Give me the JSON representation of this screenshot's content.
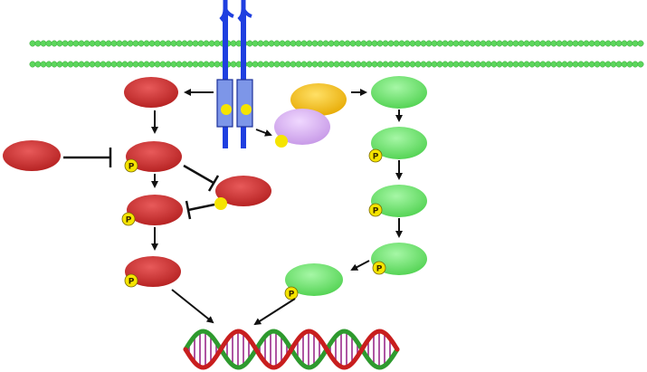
{
  "diagram": {
    "phospho_label": "P",
    "colors": {
      "membrane": "#5cd65c",
      "receptor": "#1f3fe0",
      "red_protein": "#cc2a2a",
      "green_protein": "#6ee86e",
      "orange_protein": "#f0c020",
      "lilac_protein": "#d7a8f0",
      "phospho_dot": "#f5e400",
      "arrow": "#111111",
      "dna_strand_red": "#c81e1e",
      "dna_strand_green": "#2e9a2e",
      "dna_rung": "#9a2a8a"
    },
    "icons": [
      "cell-membrane",
      "receptor-dimer",
      "protein-oval",
      "phosphate-marker",
      "activation-arrow",
      "inhibition-bar",
      "dna-double-helix"
    ]
  }
}
